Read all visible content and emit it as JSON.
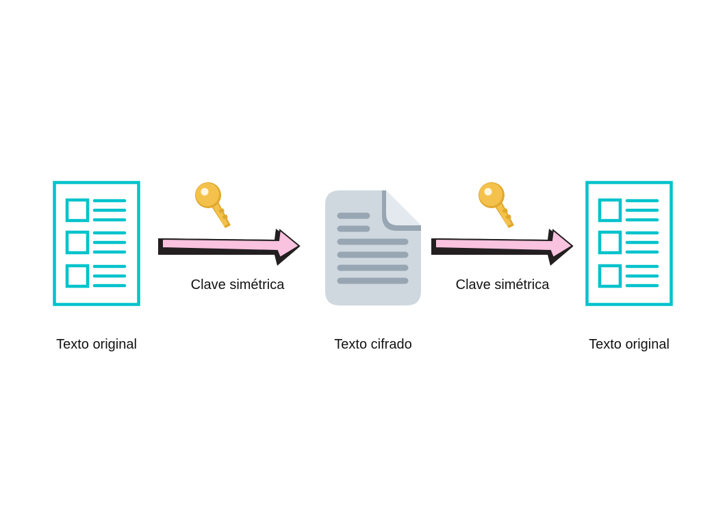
{
  "nodes": [
    {
      "id": "plaintext-left",
      "label": "Texto original"
    },
    {
      "id": "ciphertext",
      "label": "Texto cifrado"
    },
    {
      "id": "plaintext-right",
      "label": "Texto original"
    }
  ],
  "edges": [
    {
      "from": "plaintext-left",
      "to": "ciphertext",
      "label": "Clave simétrica",
      "icon": "key-icon"
    },
    {
      "from": "ciphertext",
      "to": "plaintext-right",
      "label": "Clave simétrica",
      "icon": "key-icon"
    }
  ],
  "colors": {
    "document_outline": "#00c2cb",
    "cipher_doc_body": "#cfd8df",
    "cipher_doc_fold": "#e3e9ee",
    "cipher_doc_lines": "#97a6b2",
    "arrow_fill": "#f9c2df",
    "arrow_shadow": "#231f20",
    "key_gold": "#f4c24c",
    "key_shade": "#e0a82e",
    "text": "#111111"
  }
}
